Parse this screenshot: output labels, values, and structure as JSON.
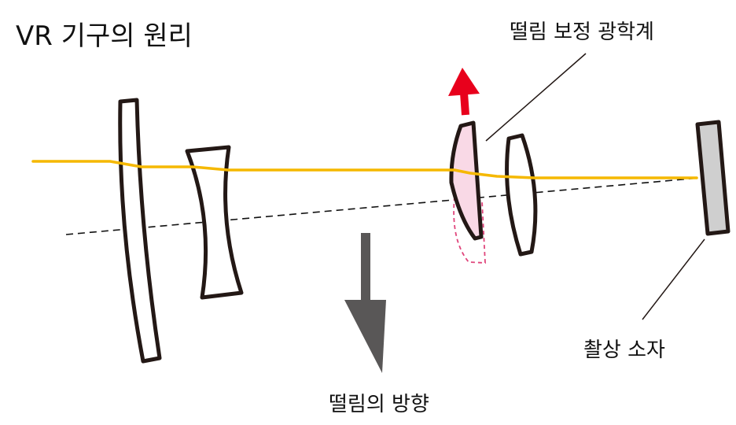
{
  "title": "VR 기구의 원리",
  "labels": {
    "vr_group": "떨림 보정 광학계",
    "sensor": "촬상 소자",
    "shake_direction": "떨림의 방향"
  },
  "colors": {
    "light_ray": "#f5b800",
    "lens_outline": "#231815",
    "vr_lens_fill": "#f9d9e6",
    "vr_lens_dashed": "#e0457b",
    "vr_arrow": "#e8001c",
    "shake_arrow": "#595757",
    "sensor_fill": "#cfcfcf",
    "optical_axis": "#111111"
  },
  "icons": {
    "vr_move_arrow": "arrow-up-icon",
    "shake_arrow": "arrow-down-icon"
  }
}
